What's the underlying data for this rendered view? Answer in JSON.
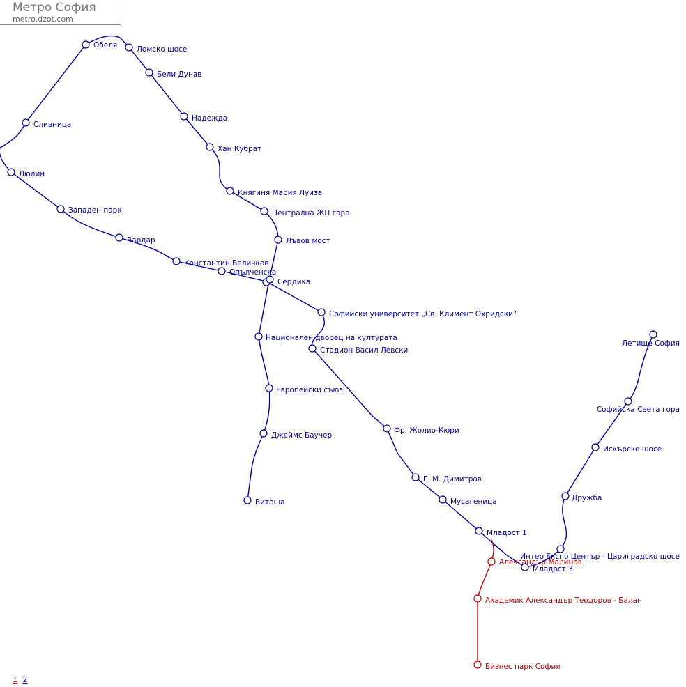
{
  "header": {
    "title": "Метро София",
    "subtitle": "metro.dzot.com"
  },
  "colors": {
    "line_blue": "#0000aa",
    "line_red": "#cc0000",
    "text_blue": "#000099",
    "text_red": "#aa0000"
  },
  "stations": {
    "obelya": "Обеля",
    "lomsko_shose": "Ломско шосе",
    "beli_dunav": "Бели Дунав",
    "nadezhda": "Надежда",
    "han_kubrat": "Хан Кубрат",
    "knyaginya": "Княгиня Мария Луиза",
    "tsentralna": "Централна ЖП гара",
    "lavov_most": "Лъвов мост",
    "slivnitsa": "Сливница",
    "lyulin": "Люлин",
    "zapaden_park": "Западен парк",
    "vardar": "Вардар",
    "velichkov": "Константин Величков",
    "opalchenska": "Опълченска",
    "serdika": "Сердика",
    "sofiyski_universitet": "Софийски университет „Св. Климент Охридски“",
    "ndk": "Национален дворец на културата",
    "stadion": "Стадион Васил Левски",
    "evropeyski": "Европейски съюз",
    "bourchier": "Джеймс Баучер",
    "vitosha": "Витоша",
    "zholio_kyuri": "Фр. Жолио-Кюри",
    "dimitrov": "Г. М. Димитров",
    "musagenitsa": "Мусагеница",
    "mladost1": "Младост 1",
    "malinov": "Александър Малинов",
    "mladost3": "Младост 3",
    "teodorov_balan": "Академик Александър Теодоров - Балан",
    "biznes_park": "Бизнес парк София",
    "letishte": "Летище София",
    "sveta_gora": "Софийска Света гора",
    "iskarsko": "Искърско шосе",
    "druzhba": "Дружба",
    "inter_ekspo": "Интер Експо Център - Цариградско шосе"
  },
  "pager": {
    "page1": "1",
    "page2": "2"
  }
}
